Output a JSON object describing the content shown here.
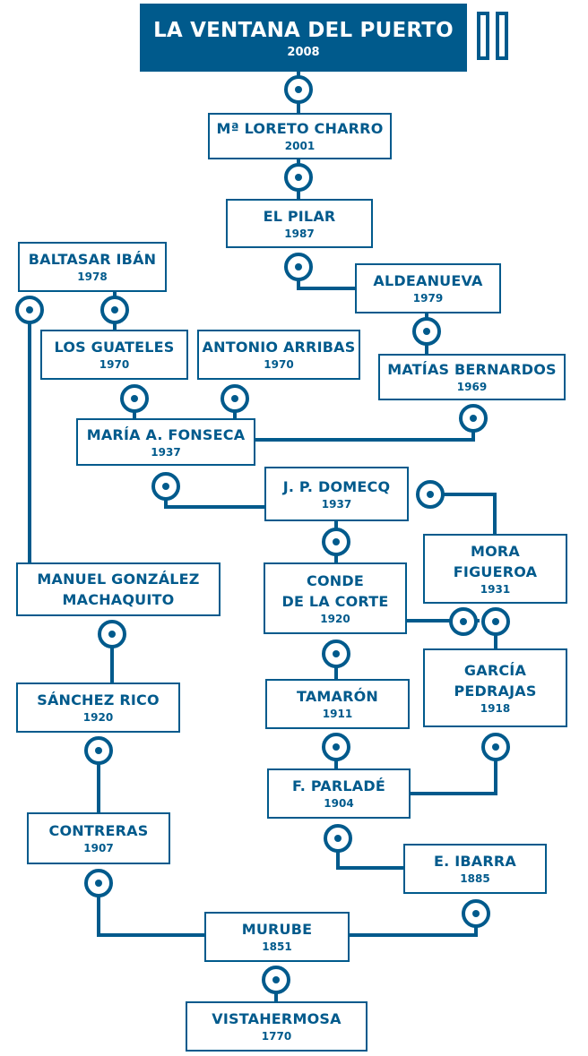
{
  "colors": {
    "primary": "#005a8c",
    "background": "#ffffff",
    "root_text": "#ffffff"
  },
  "icons": {
    "pause": "pause-icon",
    "connector": "link-point-icon"
  },
  "nodes": {
    "ventana": {
      "name": "LA VENTANA DEL PUERTO",
      "year": "2008"
    },
    "loreto": {
      "name": "Mª LORETO CHARRO",
      "year": "2001"
    },
    "pilar": {
      "name": "EL PILAR",
      "year": "1987"
    },
    "aldeanueva": {
      "name": "ALDEANUEVA",
      "year": "1979"
    },
    "baltasar": {
      "name": "BALTASAR IBÁN",
      "year": "1978"
    },
    "guateles": {
      "name": "LOS GUATELES",
      "year": "1970"
    },
    "arribas": {
      "name": "ANTONIO ARRIBAS",
      "year": "1970"
    },
    "bernardos": {
      "name": "MATÍAS BERNARDOS",
      "year": "1969"
    },
    "fonseca": {
      "name": "MARÍA A. FONSECA",
      "year": "1937"
    },
    "domecq": {
      "name": "J. P. DOMECQ",
      "year": "1937"
    },
    "mora": {
      "name": "MORA\nFIGUEROA",
      "year": "1931"
    },
    "machaquito": {
      "name": "MANUEL GONZÁLEZ\nMACHAQUITO",
      "year": ""
    },
    "conde": {
      "name": "CONDE\nDE LA CORTE",
      "year": "1920"
    },
    "garcia": {
      "name": "GARCÍA\nPEDRAJAS",
      "year": "1918"
    },
    "sanchez": {
      "name": "SÁNCHEZ RICO",
      "year": "1920"
    },
    "tamaron": {
      "name": "TAMARÓN",
      "year": "1911"
    },
    "parlade": {
      "name": "F. PARLADÉ",
      "year": "1904"
    },
    "contreras": {
      "name": "CONTRERAS",
      "year": "1907"
    },
    "ibarra": {
      "name": "E. IBARRA",
      "year": "1885"
    },
    "murube": {
      "name": "MURUBE",
      "year": "1851"
    },
    "vistahermosa": {
      "name": "VISTAHERMOSA",
      "year": "1770"
    }
  }
}
